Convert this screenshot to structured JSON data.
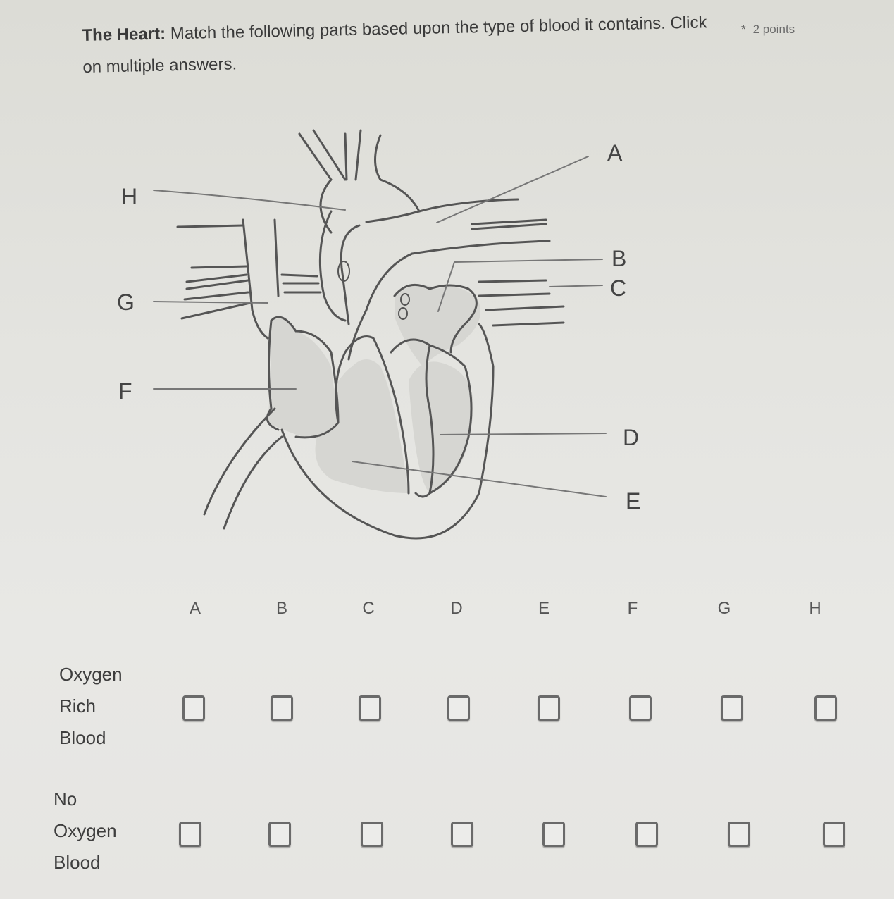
{
  "question": {
    "title_bold": "The Heart:",
    "title_rest": " Match the following parts based upon the type of blood it contains.  Click on multiple answers.",
    "required_marker": "*",
    "points": "2 points"
  },
  "diagram": {
    "labels": [
      "A",
      "B",
      "C",
      "D",
      "E",
      "F",
      "G",
      "H"
    ]
  },
  "grid": {
    "columns": [
      "A",
      "B",
      "C",
      "D",
      "E",
      "F",
      "G",
      "H"
    ],
    "rows": [
      {
        "label_lines": [
          "Oxygen",
          "Rich",
          "Blood"
        ],
        "checked": [
          false,
          false,
          false,
          false,
          false,
          false,
          false,
          false
        ]
      },
      {
        "label_lines": [
          "No",
          "Oxygen",
          "Blood"
        ],
        "checked": [
          false,
          false,
          false,
          false,
          false,
          false,
          false,
          false
        ]
      }
    ]
  }
}
